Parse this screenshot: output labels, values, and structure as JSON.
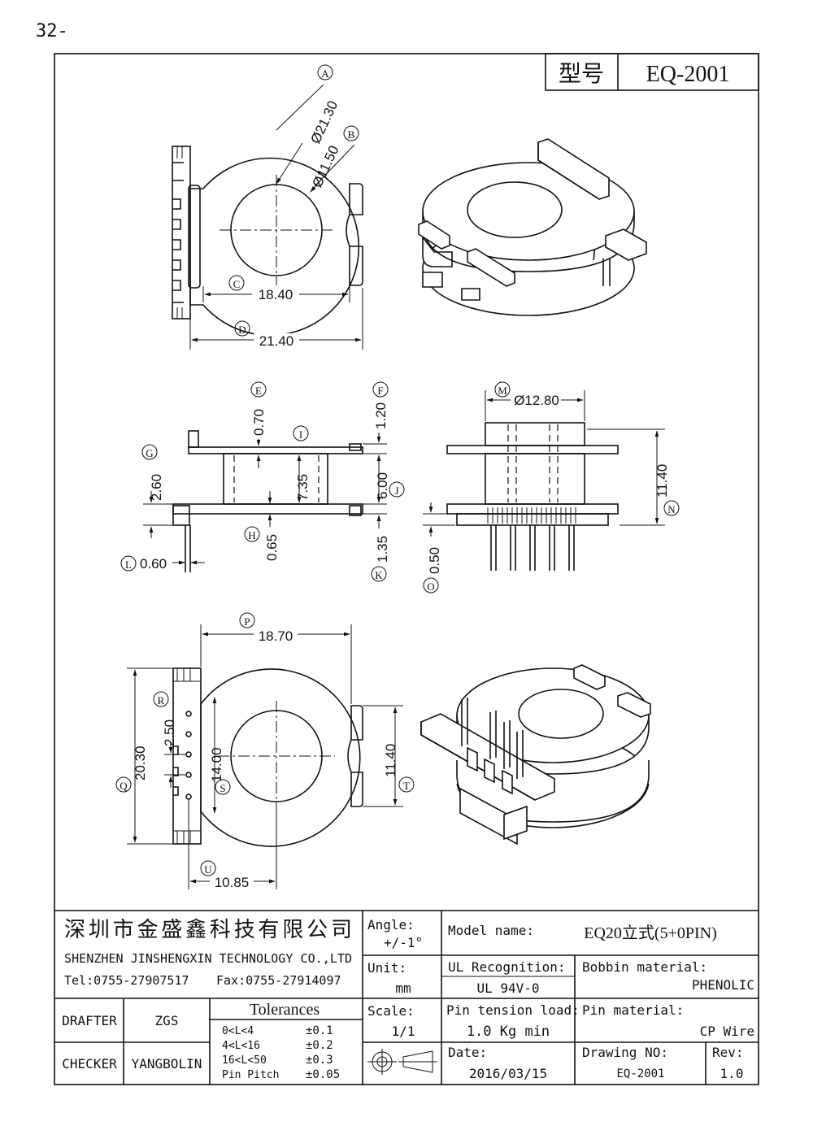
{
  "page": {
    "number": "32-"
  },
  "header": {
    "model_label": "型号",
    "model_value": "EQ-2001"
  },
  "labels": {
    "A": "A",
    "B": "B",
    "C": "C",
    "D": "D",
    "E": "E",
    "F": "F",
    "G": "G",
    "H": "H",
    "I": "I",
    "J": "J",
    "K": "K",
    "L": "L",
    "M": "M",
    "N": "N",
    "O": "O",
    "P": "P",
    "Q": "Q",
    "R": "R",
    "S": "S",
    "T": "T",
    "U": "U"
  },
  "dimensions": {
    "A": "Ø21.30",
    "B": "Ø11.50",
    "C": "18.40",
    "D": "21.40",
    "E": "0.70",
    "F": "1.20",
    "G": "2.60",
    "H": "0.65",
    "I": "7.35",
    "J": "6.00",
    "K": "1.35",
    "L": "0.60",
    "M": "Ø12.80",
    "N": "11.40",
    "O": "0.50",
    "P": "18.70",
    "Q": "20.30",
    "R": "2.50",
    "S": "14.00",
    "T": "11.40",
    "U": "10.85"
  },
  "title_block": {
    "company_cn": "深圳市金盛鑫科技有限公司",
    "company_en": "SHENZHEN JINSHENGXIN TECHNOLOGY CO.,LTD",
    "tel": "Tel:0755-27907517",
    "fax": "Fax:0755-27914097",
    "drafter_label": "DRAFTER",
    "drafter": "ZGS",
    "checker_label": "CHECKER",
    "checker": "YANGBOLIN",
    "tolerances_label": "Tolerances",
    "tolerances": [
      {
        "range": "0<L<4",
        "value": "±0.1"
      },
      {
        "range": "4<L<16",
        "value": "±0.2"
      },
      {
        "range": "16<L<50",
        "value": "±0.3"
      },
      {
        "range": "Pin Pitch",
        "value": "±0.05"
      }
    ],
    "angle_label": "Angle:",
    "angle": "+/-1°",
    "unit_label": "Unit:",
    "unit": "mm",
    "scale_label": "Scale:",
    "scale": "1/1",
    "model_name_label": "Model name:",
    "model_name": "EQ20立式(5+0PIN)",
    "ul_label": "UL Recognition:",
    "ul": "UL 94V-0",
    "bobbin_label": "Bobbin material:",
    "bobbin": "PHENOLIC",
    "pin_tension_label": "Pin tension load:",
    "pin_tension": "1.0 Kg min",
    "pin_material_label": "Pin material:",
    "pin_material": "CP Wire",
    "date_label": "Date:",
    "date": "2016/03/15",
    "drawing_no_label": "Drawing NO:",
    "drawing_no": "EQ-2001",
    "rev_label": "Rev:",
    "rev": "1.0"
  },
  "colors": {
    "line": "#111111",
    "background": "#ffffff"
  }
}
